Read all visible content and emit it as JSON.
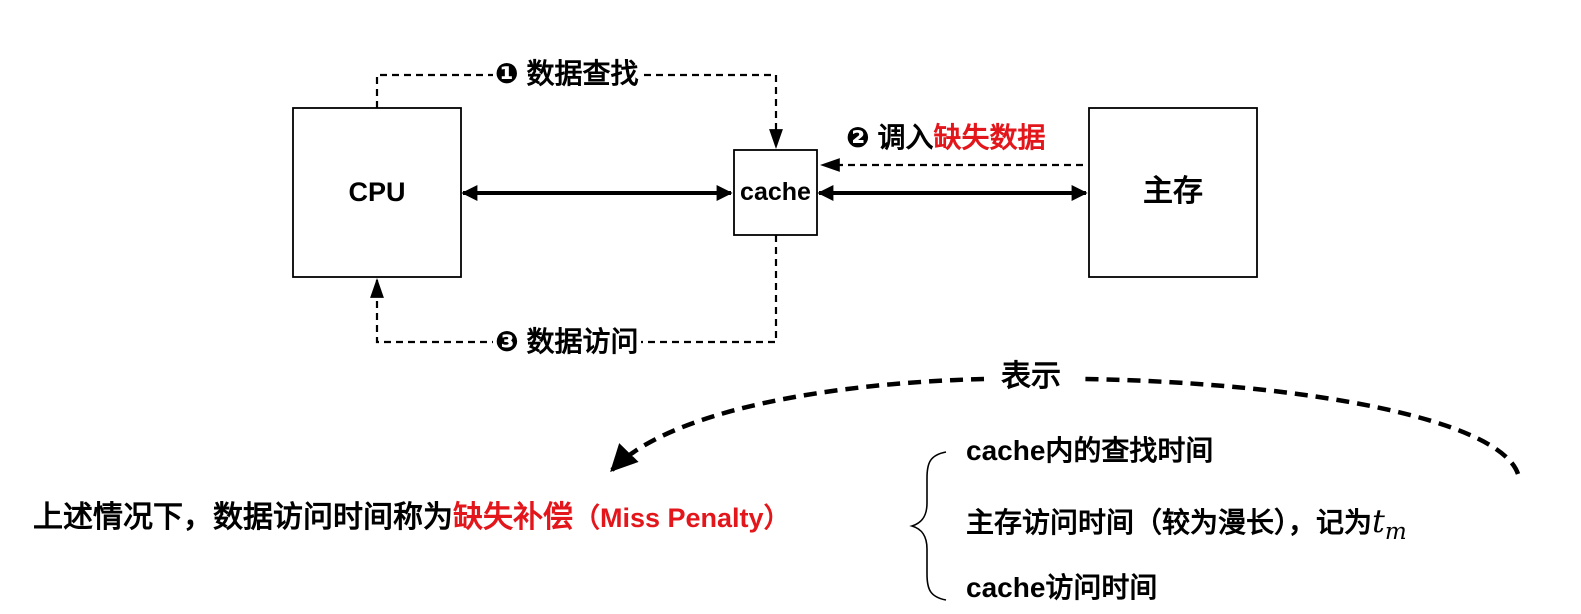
{
  "diagram": {
    "nodes": {
      "cpu": "CPU",
      "cache": "cache",
      "main_memory": "主存"
    },
    "steps": {
      "lookup": {
        "marker": "❶",
        "label": "数据查找"
      },
      "load": {
        "marker": "❷",
        "label_prefix": "调入",
        "label_highlight": "缺失数据"
      },
      "access": {
        "marker": "❸",
        "label": "数据访问"
      }
    },
    "represents_label": "表示",
    "statement": {
      "prefix": "上述情况下，数据访问时间称为",
      "highlight": "缺失补偿",
      "suffix": "（Miss Penalty）"
    },
    "components": [
      {
        "text": "cache内的查找时间"
      },
      {
        "text": "主存访问时间（较为漫长），记为",
        "math_base": "t",
        "math_sub": "m"
      },
      {
        "text": "cache访问时间"
      }
    ],
    "colors": {
      "highlight": "#e3161b",
      "line": "#000000"
    }
  }
}
